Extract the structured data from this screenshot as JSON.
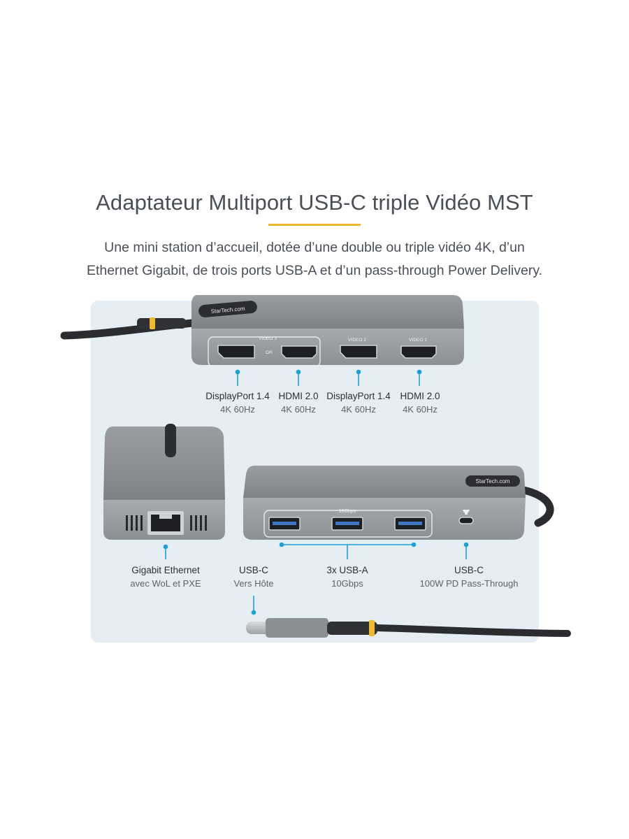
{
  "header": {
    "title": "Adaptateur Multiport USB-C triple Vidéo MST",
    "subtitle_line1": "Une mini station d’accueil, dotée d’une double ou triple vidéo 4K, d’un",
    "subtitle_line2": "Ethernet Gigabit, de trois ports USB-A et d’un pass-through Power Delivery."
  },
  "device_markings": {
    "brand": "StarTech.com",
    "video3": "VIDEO 3",
    "or": "OR",
    "video2": "VIDEO 2",
    "video1": "VIDEO 1",
    "speed": "10Gbps"
  },
  "top_ports": [
    {
      "name": "DisplayPort 1.4",
      "spec": "4K 60Hz"
    },
    {
      "name": "HDMI 2.0",
      "spec": "4K 60Hz"
    },
    {
      "name": "DisplayPort 1.4",
      "spec": "4K 60Hz"
    },
    {
      "name": "HDMI 2.0",
      "spec": "4K 60Hz"
    }
  ],
  "bottom_ports": [
    {
      "name": "Gigabit Ethernet",
      "spec": "avec WoL et PXE"
    },
    {
      "name": "USB-C",
      "spec": "Vers Hôte"
    },
    {
      "name": "3x USB-A",
      "spec": "10Gbps"
    },
    {
      "name": "USB-C",
      "spec": "100W PD Pass-Through"
    }
  ],
  "colors": {
    "accent_yellow": "#f0b92c",
    "callout_blue": "#1e9fd8",
    "panel": "#e6eef5",
    "device_gray": "#8e9296"
  }
}
